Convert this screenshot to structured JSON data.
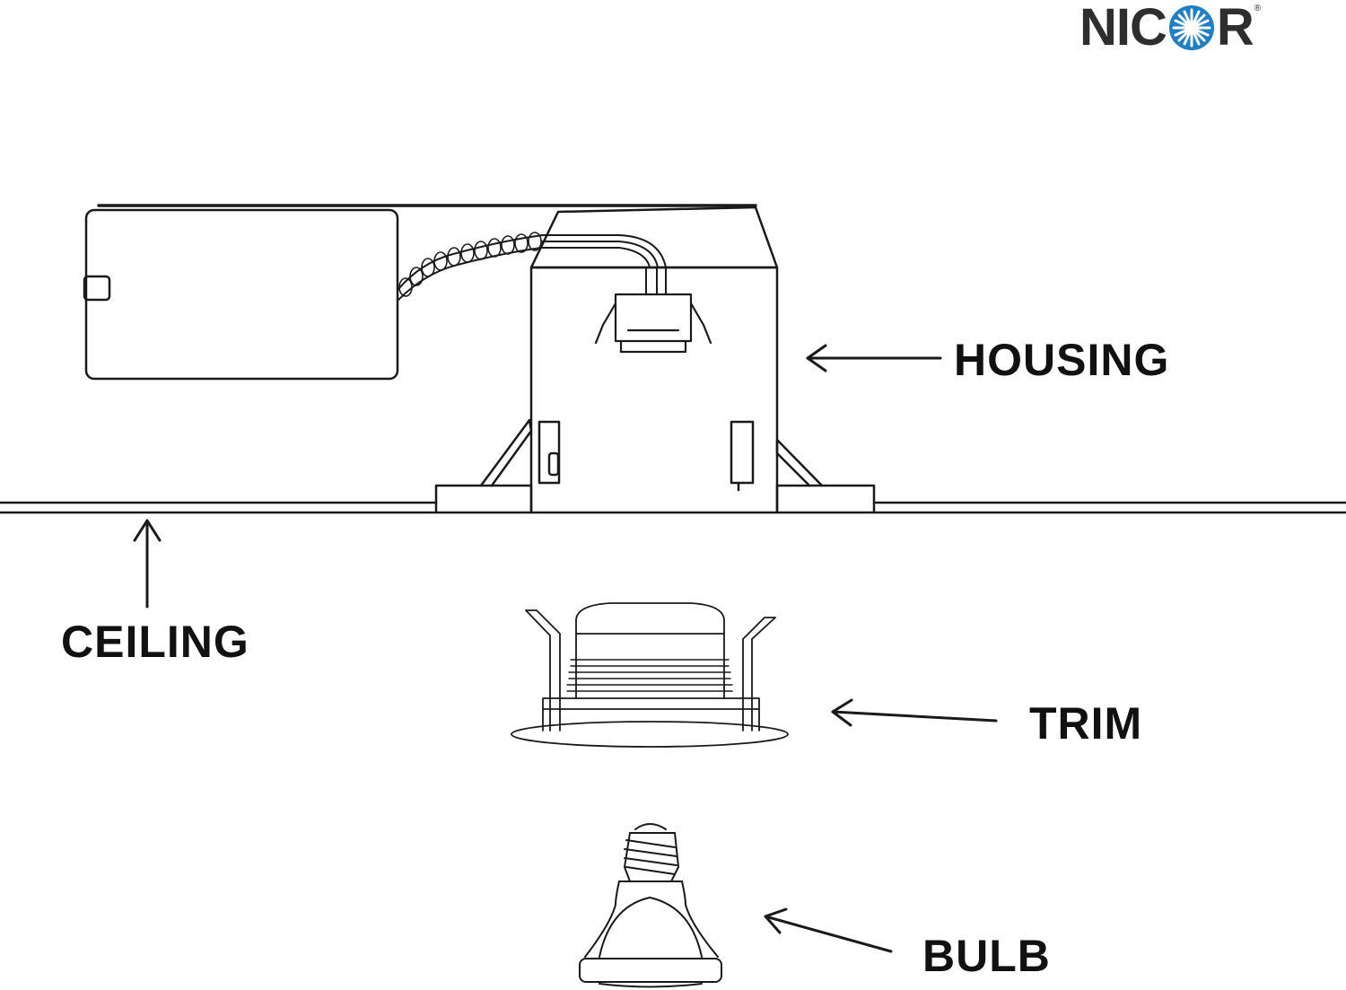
{
  "brand": {
    "text_before_mark": "NIC",
    "text_after_mark": "R",
    "registered": "®",
    "mark_icon": "star-burst-icon",
    "text_color": "#2e2e2e",
    "mark_color": "#1e7fc3"
  },
  "labels": {
    "housing": "HOUSING",
    "ceiling": "CEILING",
    "trim": "TRIM",
    "bulb": "BULB"
  },
  "colors": {
    "line": "#1a1a1a",
    "background": "#ffffff"
  }
}
